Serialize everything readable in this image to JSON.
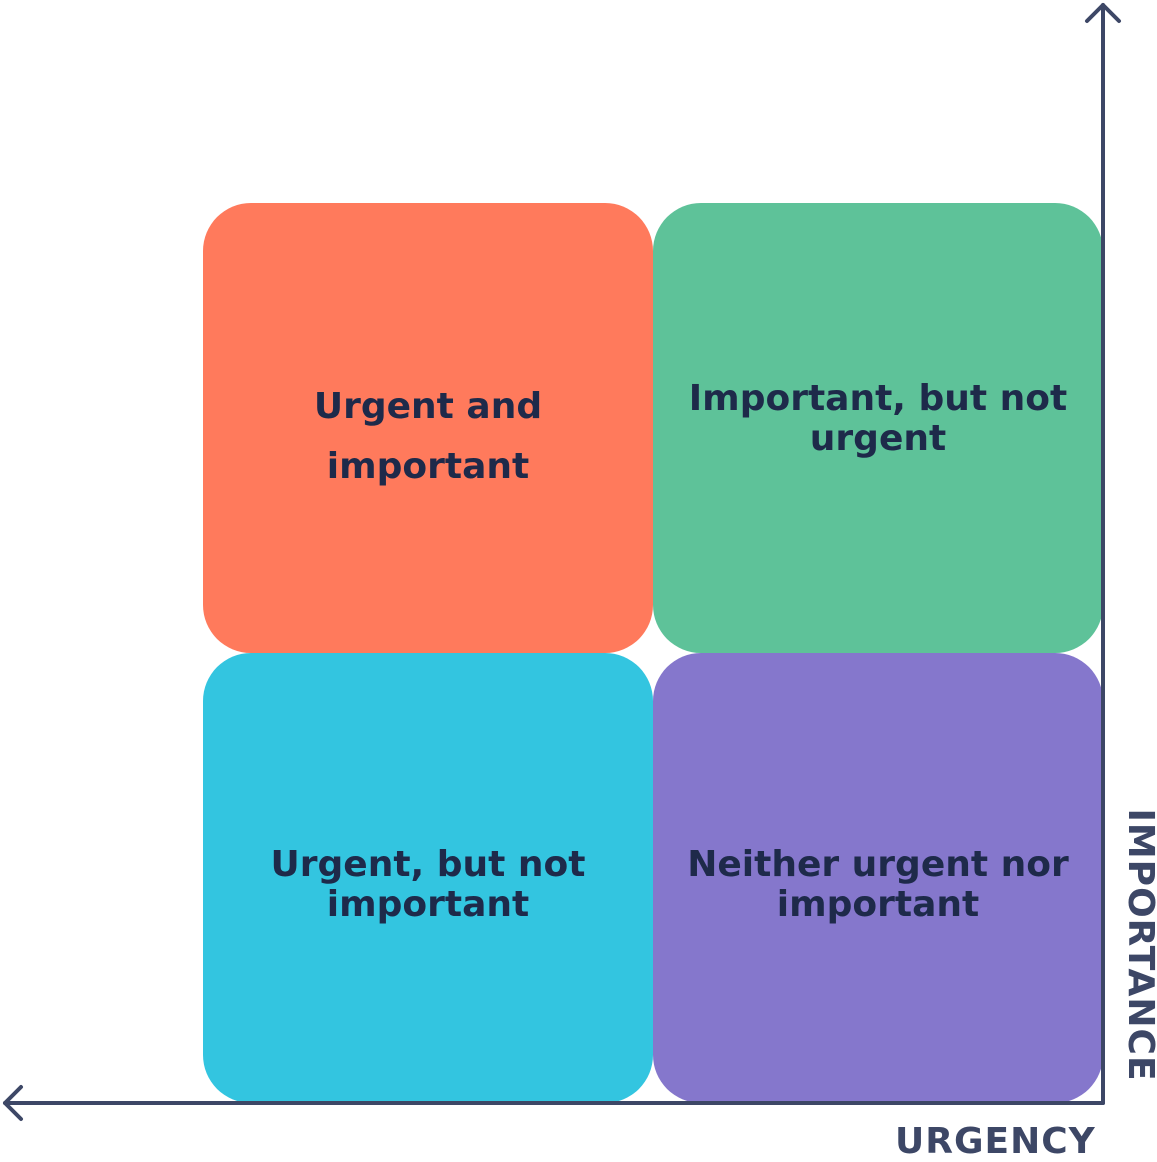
{
  "matrix": {
    "quadrants": [
      {
        "id": "top-left",
        "label": "Urgent and important",
        "color": "#ff7a5c"
      },
      {
        "id": "top-right",
        "label": "Important, but not urgent",
        "color": "#5ec299"
      },
      {
        "id": "bottom-left",
        "label": "Urgent, but not important",
        "color": "#33c5e0"
      },
      {
        "id": "bottom-right",
        "label": "Neither urgent nor important",
        "color": "#8577cc"
      }
    ]
  },
  "axes": {
    "x_label": "URGENCY",
    "y_label": "IMPORTANCE",
    "color": "#3d4766"
  }
}
